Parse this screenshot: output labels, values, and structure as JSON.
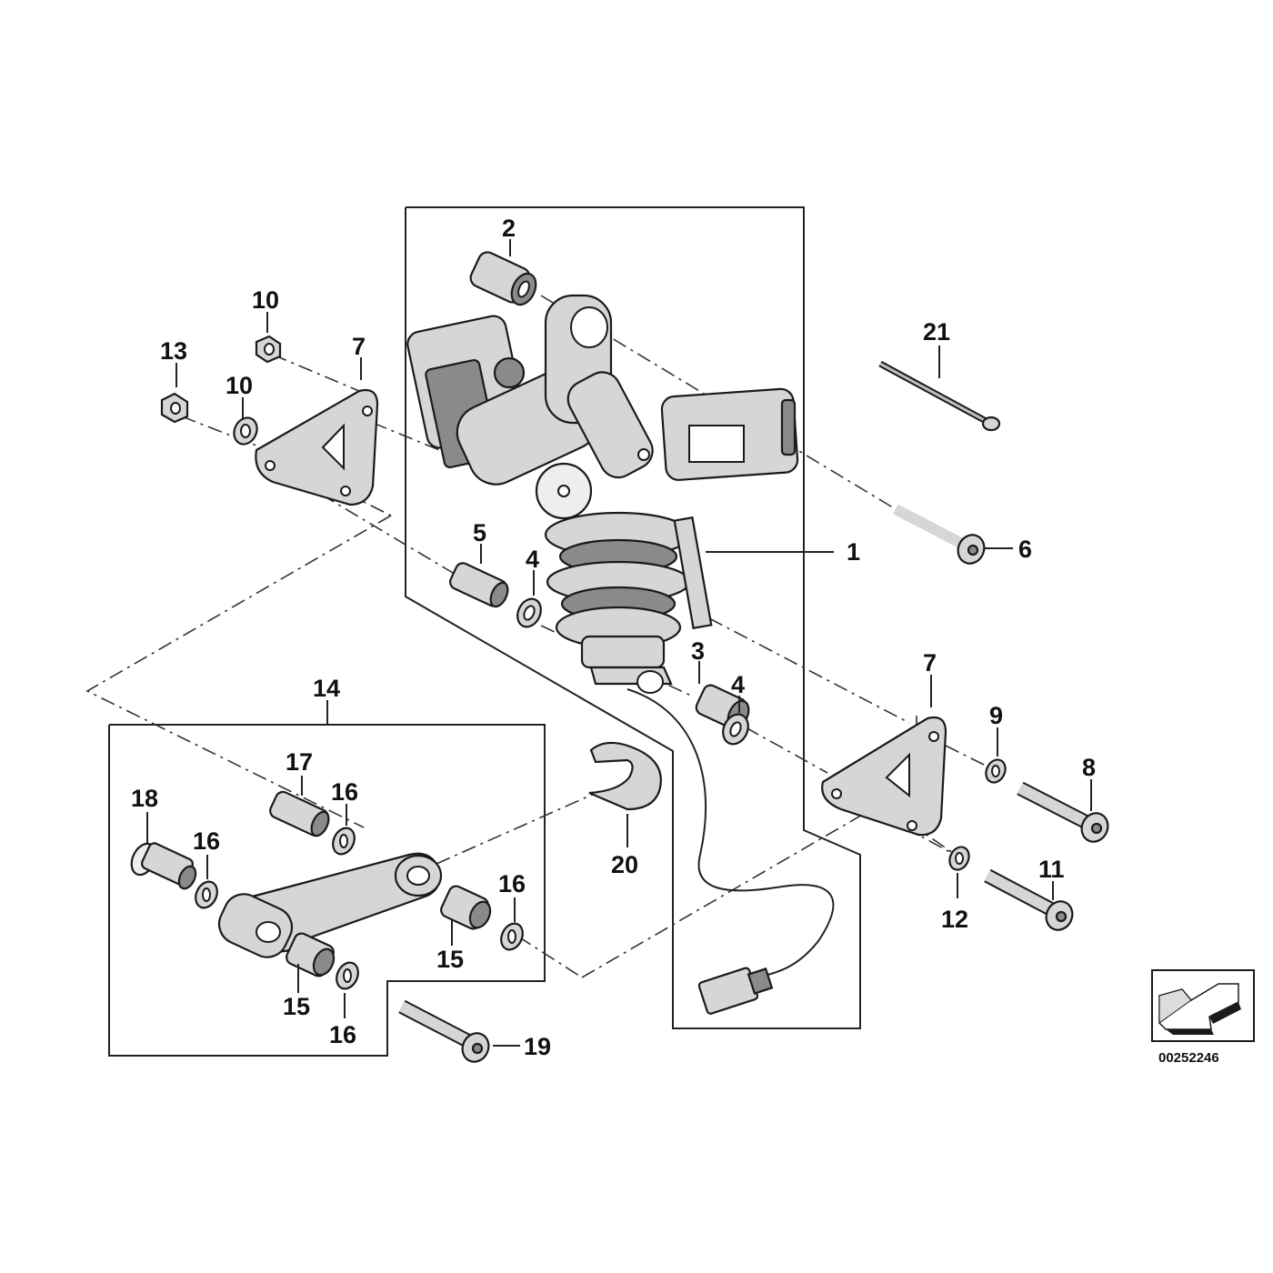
{
  "diagram": {
    "document_number": "00252246",
    "callouts": {
      "c1": "1",
      "c2": "2",
      "c3": "3",
      "c4a": "4",
      "c4b": "4",
      "c5": "5",
      "c6": "6",
      "c7a": "7",
      "c7b": "7",
      "c8": "8",
      "c9": "9",
      "c10a": "10",
      "c10b": "10",
      "c11": "11",
      "c12": "12",
      "c13": "13",
      "c14": "14",
      "c15a": "15",
      "c15b": "15",
      "c16a": "16",
      "c16b": "16",
      "c16c": "16",
      "c16d": "16",
      "c17": "17",
      "c18": "18",
      "c19": "19",
      "c20": "20",
      "c21": "21"
    },
    "icons": {
      "orientation": "direction-arrow-icon"
    },
    "colors": {
      "line": "#1a1a1a",
      "part_fill": "#d6d6d6",
      "part_dark": "#8a8a8a"
    }
  }
}
